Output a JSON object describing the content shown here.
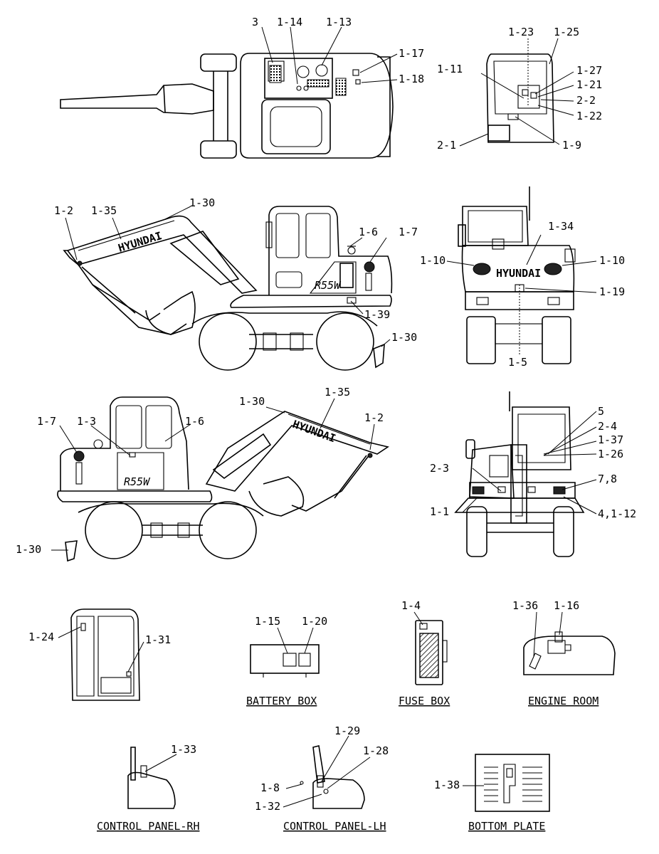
{
  "labels": {
    "top_view": [
      "3",
      "1-14",
      "1-13",
      "1-17",
      "1-18"
    ],
    "rear_cab": [
      "1-23",
      "1-25",
      "1-11",
      "1-27",
      "1-21",
      "2-2",
      "1-22",
      "2-1",
      "1-9"
    ],
    "side_left": [
      "1-2",
      "1-35",
      "1-30",
      "1-6",
      "1-7",
      "1-39",
      "1-30"
    ],
    "rear_view": [
      "1-34",
      "1-10",
      "1-10",
      "1-19",
      "1-5"
    ],
    "side_right": [
      "1-30",
      "1-35",
      "1-7",
      "1-3",
      "1-6",
      "1-2",
      "1-30"
    ],
    "front_view": [
      "5",
      "2-4",
      "1-37",
      "1-26",
      "2-3",
      "7,8",
      "1-1",
      "4,1-12"
    ],
    "cab_door": [
      "1-24",
      "1-31"
    ],
    "battery_box": [
      "1-15",
      "1-20"
    ],
    "fuse_box": [
      "1-4"
    ],
    "engine_room": [
      "1-36",
      "1-16"
    ],
    "control_panel_rh": [
      "1-33"
    ],
    "control_panel_lh": [
      "1-29",
      "1-28",
      "1-8",
      "1-32"
    ],
    "bottom_plate": [
      "1-38"
    ]
  },
  "decals": {
    "brand": "HYUNDAI",
    "model": "R55W"
  },
  "captions": {
    "battery_box": "BATTERY BOX",
    "fuse_box": "FUSE BOX",
    "engine_room": "ENGINE ROOM",
    "control_panel_rh": "CONTROL PANEL-RH",
    "control_panel_lh": "CONTROL PANEL-LH",
    "bottom_plate": "BOTTOM PLATE"
  }
}
